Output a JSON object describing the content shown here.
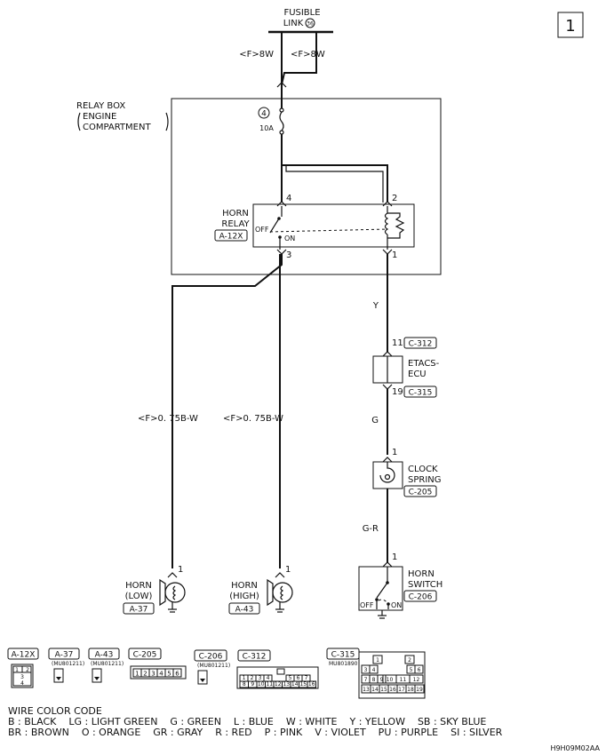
{
  "page_number": "1",
  "fusible_link": {
    "line1": "FUSIBLE",
    "line2": "LINK",
    "number": "36"
  },
  "wire_top_left": "<F>8W",
  "wire_top_right": "<F>8W",
  "relay_box": {
    "line1": "RELAY BOX",
    "line2": "ENGINE",
    "line3": "COMPARTMENT"
  },
  "fuse": {
    "number": "4",
    "rating": "10A"
  },
  "horn_relay": {
    "line1": "HORN",
    "line2": "RELAY",
    "connector": "A-12X",
    "off": "OFF",
    "on": "ON",
    "pin_4": "4",
    "pin_2": "2",
    "pin_3": "3",
    "pin_1": "1"
  },
  "wires": {
    "y": "Y",
    "g": "G",
    "g_r": "G-R",
    "horn_low": "<F>0. 75B-W",
    "horn_high": "<F>0. 75B-W"
  },
  "etacs": {
    "pin_in": "11",
    "conn_in": "C-312",
    "line1": "ETACS-",
    "line2": "ECU",
    "pin_out": "19",
    "conn_out": "C-315"
  },
  "clock_spring": {
    "pin": "1",
    "line1": "CLOCK",
    "line2": "SPRING",
    "connector": "C-205"
  },
  "horn_switch": {
    "pin": "1",
    "line1": "HORN",
    "line2": "SWITCH",
    "connector": "C-206",
    "off": "OFF",
    "on": "ON"
  },
  "horn_low": {
    "pin": "1",
    "line1": "HORN",
    "line2": "(LOW)",
    "connector": "A-37"
  },
  "horn_high": {
    "pin": "1",
    "line1": "HORN",
    "line2": "(HIGH)",
    "connector": "A-43"
  },
  "connector_views": {
    "a12x": {
      "label": "A-12X",
      "pins": [
        "1",
        "2",
        "3",
        "4"
      ]
    },
    "a37": {
      "label": "A-37",
      "part": "(MU801211)"
    },
    "a43": {
      "label": "A-43",
      "part": "(MU801211)"
    },
    "c205": {
      "label": "C-205",
      "pins": [
        "1",
        "2",
        "3",
        "4",
        "5",
        "6"
      ]
    },
    "c206": {
      "label": "C-206",
      "part": "(MU801211)"
    },
    "c312": {
      "label": "C-312",
      "pins": [
        "1",
        "2",
        "3",
        "4",
        "5",
        "6",
        "7",
        "8",
        "9",
        "10",
        "11",
        "12",
        "13",
        "14",
        "15",
        "16"
      ]
    },
    "c315": {
      "label": "C-315",
      "part": "MU801890",
      "pins": [
        "1",
        "2",
        "3",
        "4",
        "5",
        "6",
        "7",
        "8",
        "9",
        "10",
        "11",
        "12",
        "13",
        "14",
        "15",
        "16",
        "17",
        "18",
        "19"
      ]
    }
  },
  "wire_color_code": {
    "title": "WIRE COLOR CODE",
    "line1": "B : BLACK    LG : LIGHT GREEN    G : GREEN    L : BLUE    W : WHITE    Y : YELLOW    SB : SKY BLUE",
    "line2": "BR : BROWN    O : ORANGE    GR : GRAY    R : RED    P : PINK    V : VIOLET    PU : PURPLE    SI : SILVER"
  },
  "figure_code": "H9H09M02AA"
}
